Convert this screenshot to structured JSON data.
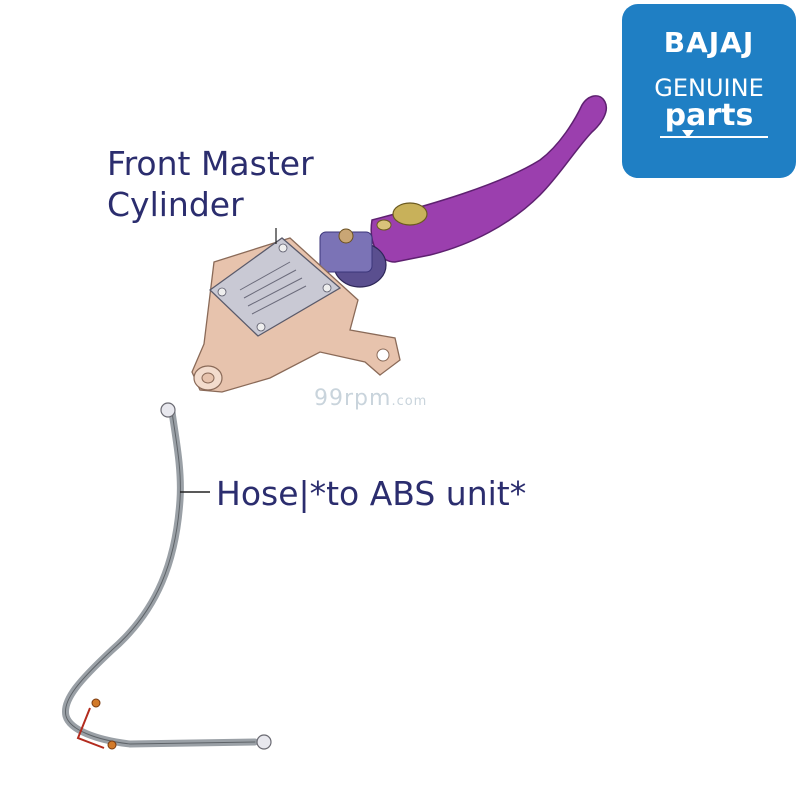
{
  "labels": {
    "master_cylinder": [
      "Front Master",
      "Cylinder"
    ],
    "hose": "Hose|*to ABS unit*"
  },
  "badge": {
    "brand": "BAJAJ",
    "line1": "GENUINE",
    "line2": "parts",
    "color": "#1f7fc4"
  },
  "watermark": {
    "main": "99rpm",
    "suffix": ".com"
  },
  "colors": {
    "label_text": "#2b2d6e",
    "lever": "#9b3fae",
    "cylinder_body": "#e7c3ad",
    "cap": "#c9c9d4",
    "hose": "#9aa0a6"
  },
  "parts": [
    "brake-lever",
    "master-cylinder-body",
    "reservoir-cap",
    "brake-hose"
  ]
}
